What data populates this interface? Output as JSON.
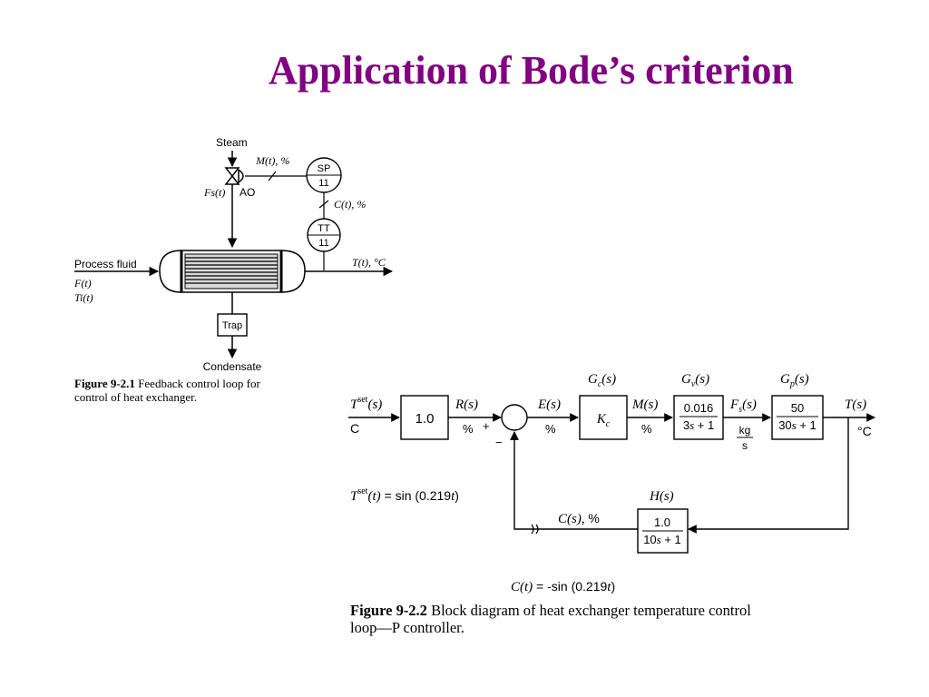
{
  "slide": {
    "title": "Application of Bode’s criterion"
  },
  "fig1": {
    "steam": "Steam",
    "valve_signal": "M(t), %",
    "valve_flow": "Fs(t)",
    "valve_type": "AO",
    "controller_tag": "SP",
    "controller_num": "11",
    "transmitter_signal": "C(t), %",
    "transmitter_tag": "TT",
    "transmitter_num": "11",
    "process_fluid": "Process fluid",
    "inlet_flow": "F(t)",
    "inlet_temp": "Ti(t)",
    "outlet_temp": "T(t), °C",
    "trap": "Trap",
    "condensate": "Condensate",
    "caption_label": "Figure 9-2.1",
    "caption_line1": "Feedback control loop for",
    "caption_line2": "control of heat exchanger."
  },
  "fig2": {
    "tset_in": "Tset(s)",
    "tset_unit": "C",
    "gain_block": "1.0",
    "r": "R(s)",
    "r_unit": "%",
    "plus": "+",
    "minus": "−",
    "e": "E(s)",
    "e_unit": "%",
    "gc_label": "Gc(s)",
    "gc_block": "Kc",
    "m": "M(s)",
    "m_unit": "%",
    "gv_label": "Gv(s)",
    "gv_num": "0.016",
    "gv_den": "3s + 1",
    "fs": "Fs(s)",
    "fs_unit_num": "kg",
    "fs_unit_den": "s",
    "gp_label": "Gp(s)",
    "gp_num": "50",
    "gp_den": "30s + 1",
    "t_out": "T(s)",
    "t_unit": "°C",
    "h_label": "H(s)",
    "h_num": "1.0",
    "h_den": "10s + 1",
    "c": "C(s), %",
    "tset_eq_lhs": "Tset(t)",
    "tset_eq_rhs": "= sin (0.219t)",
    "ct_eq": "C(t) = -sin (0.219t)",
    "caption_label": "Figure 9-2.2",
    "caption_text": "Block diagram of heat exchanger temperature control",
    "caption_line2": "loop—P controller."
  },
  "colors": {
    "title": "#800080",
    "ink": "#000000"
  }
}
